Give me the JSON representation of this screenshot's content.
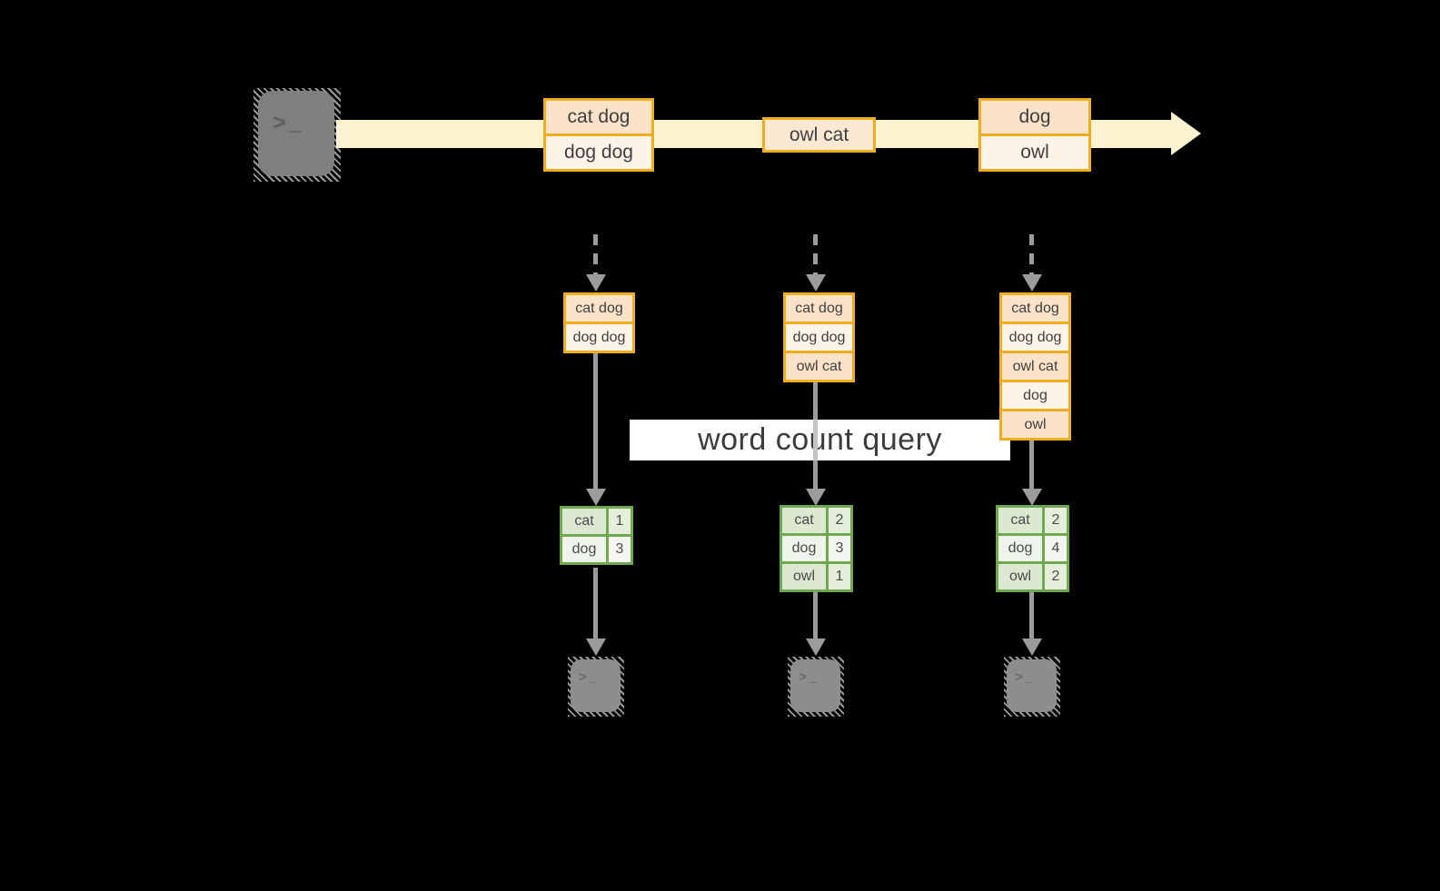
{
  "title": "word count query stream diagram",
  "query_label": "word count query",
  "terminal_glyph": ">_",
  "colors": {
    "background": "#000000",
    "amber_border": "#F0AE1E",
    "peach_fill": "#FAE3C8",
    "cream_fill": "#FDF3E7",
    "stream_band": "#FBF3CF",
    "green_border": "#6FA84E",
    "sage_fill": "#DCE8D2",
    "query_band": "#FFFFFF",
    "arrow_gray": "#9C9C9C",
    "icon_gray": "#7F7F7F",
    "text_dark": "#3F3F3F"
  },
  "stream": {
    "events": [
      {
        "rows": [
          "cat dog",
          "dog dog"
        ]
      },
      {
        "rows": [
          "owl cat"
        ]
      },
      {
        "rows": [
          "dog",
          "owl"
        ]
      }
    ]
  },
  "pipelines": [
    {
      "state": [
        "cat dog",
        "dog dog"
      ],
      "counts": {
        "rows": [
          {
            "word": "cat",
            "count": "1"
          },
          {
            "word": "dog",
            "count": "3"
          }
        ]
      }
    },
    {
      "state": [
        "cat dog",
        "dog dog",
        "owl cat"
      ],
      "counts": {
        "rows": [
          {
            "word": "cat",
            "count": "2"
          },
          {
            "word": "dog",
            "count": "3"
          },
          {
            "word": "owl",
            "count": "1"
          }
        ]
      }
    },
    {
      "state": [
        "cat dog",
        "dog dog",
        "owl cat",
        "dog",
        "owl"
      ],
      "counts": {
        "rows": [
          {
            "word": "cat",
            "count": "2"
          },
          {
            "word": "dog",
            "count": "4"
          },
          {
            "word": "owl",
            "count": "2"
          }
        ]
      }
    }
  ]
}
